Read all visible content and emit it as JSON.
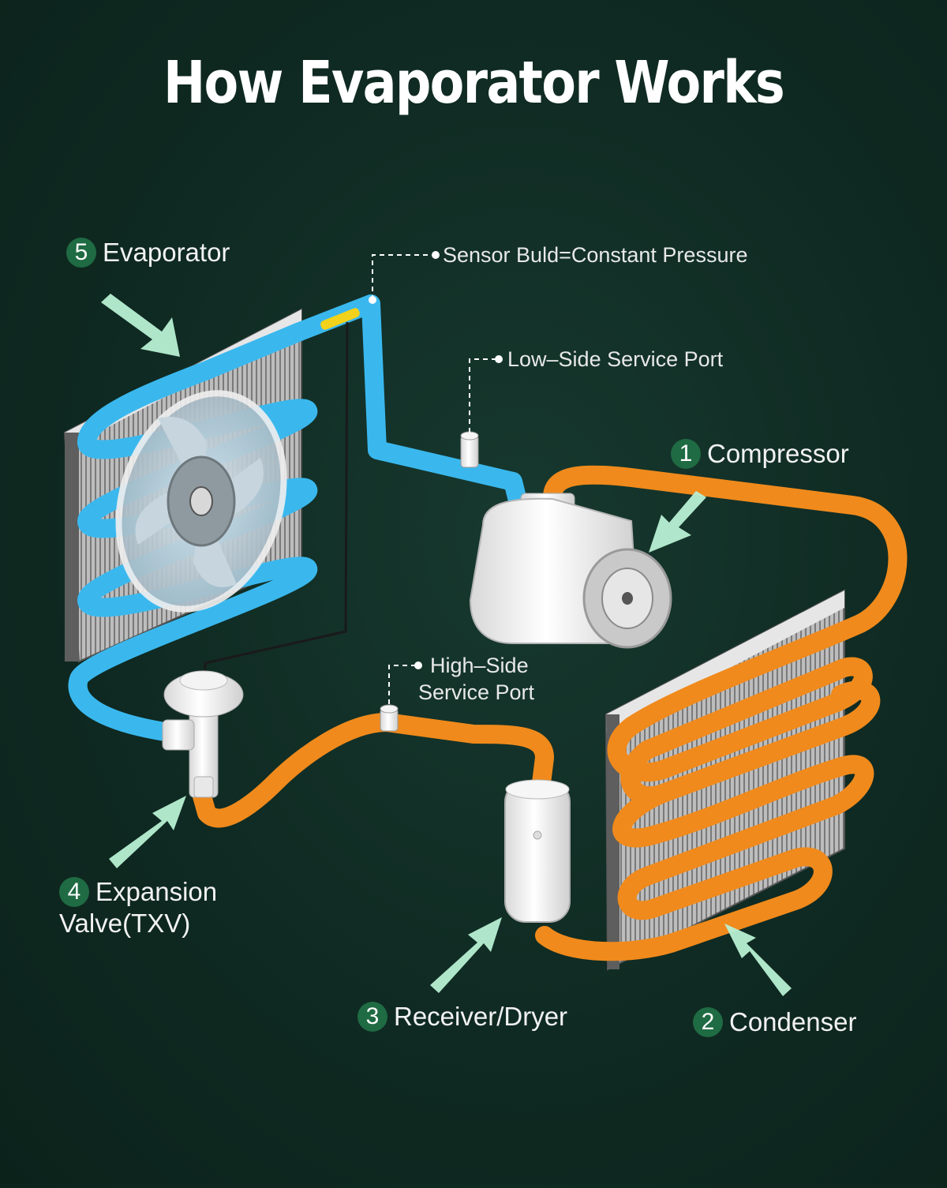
{
  "title": "How Evaporator Works",
  "components": [
    {
      "number": "1",
      "label": "Compressor"
    },
    {
      "number": "2",
      "label": "Condenser"
    },
    {
      "number": "3",
      "label": "Receiver/Dryer"
    },
    {
      "number": "4",
      "label_line1": "Expansion",
      "label_line2": "Valve(TXV)"
    },
    {
      "number": "5",
      "label": "Evaporator"
    }
  ],
  "callouts": {
    "sensor_bulb": "Sensor Buld=Constant Pressure",
    "low_side_port": "Low–Side Service Port",
    "high_side_port_line1": "High–Side",
    "high_side_port_line2": "Service Port"
  },
  "colors": {
    "background": "#0f2a22",
    "cold_line": "#3ab8ee",
    "hot_line": "#f08a1c",
    "badge": "#1f6b43",
    "arrow": "#b8f0d4"
  }
}
